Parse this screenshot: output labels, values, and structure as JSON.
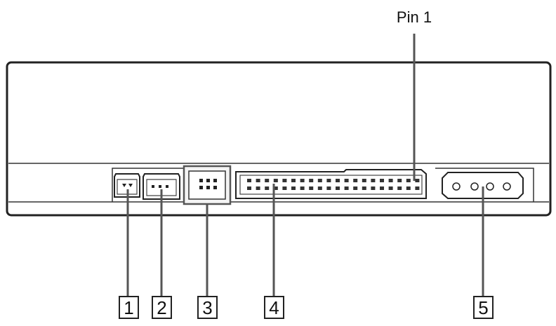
{
  "diagram": {
    "pin1_label": "Pin 1",
    "callouts": [
      "1",
      "2",
      "3",
      "4",
      "5"
    ]
  },
  "colors": {
    "outline": "#222222",
    "leader": "#555555",
    "panel_light": "#f4f4f4"
  }
}
